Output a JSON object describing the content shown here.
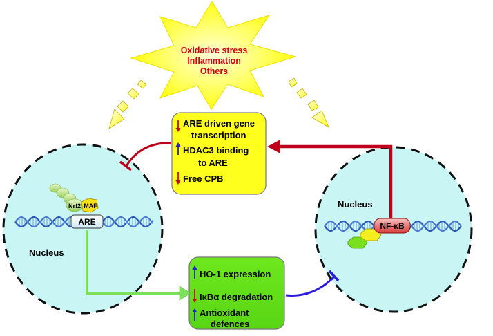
{
  "stress": {
    "line1": "Oxidative stress",
    "line2": "Inflammation",
    "line3": "Others"
  },
  "yellow_box": {
    "item1_line1": "ARE driven gene",
    "item1_line2": "transcription",
    "item2_line1": "HDAC3 binding",
    "item2_line2": "to ARE",
    "item3": "Free CPB"
  },
  "green_box": {
    "item1": "HO-1 expression",
    "item2": "IκBα degradation",
    "item3_line1": "Antioxidant",
    "item3_line2": "defences"
  },
  "left_nucleus": {
    "label": "Nucleus",
    "nrf2": "Nrf2",
    "maf": "MAF",
    "are": "ARE"
  },
  "right_nucleus": {
    "label": "Nucleus",
    "nfkb": "NF-κB"
  },
  "colors": {
    "starburst": "#ffff2a",
    "stress_text": "#d0001a",
    "yellow_box": "#ffff1e",
    "green_box": "#66e31a",
    "nucleus_fill": "#c9f5f5",
    "arrow_red": "#c0001a",
    "arrow_green": "#7de05a",
    "inhibit_blue": "#2a1ae0",
    "up_arrow": "#2020d0",
    "down_arrow": "#d00010"
  }
}
